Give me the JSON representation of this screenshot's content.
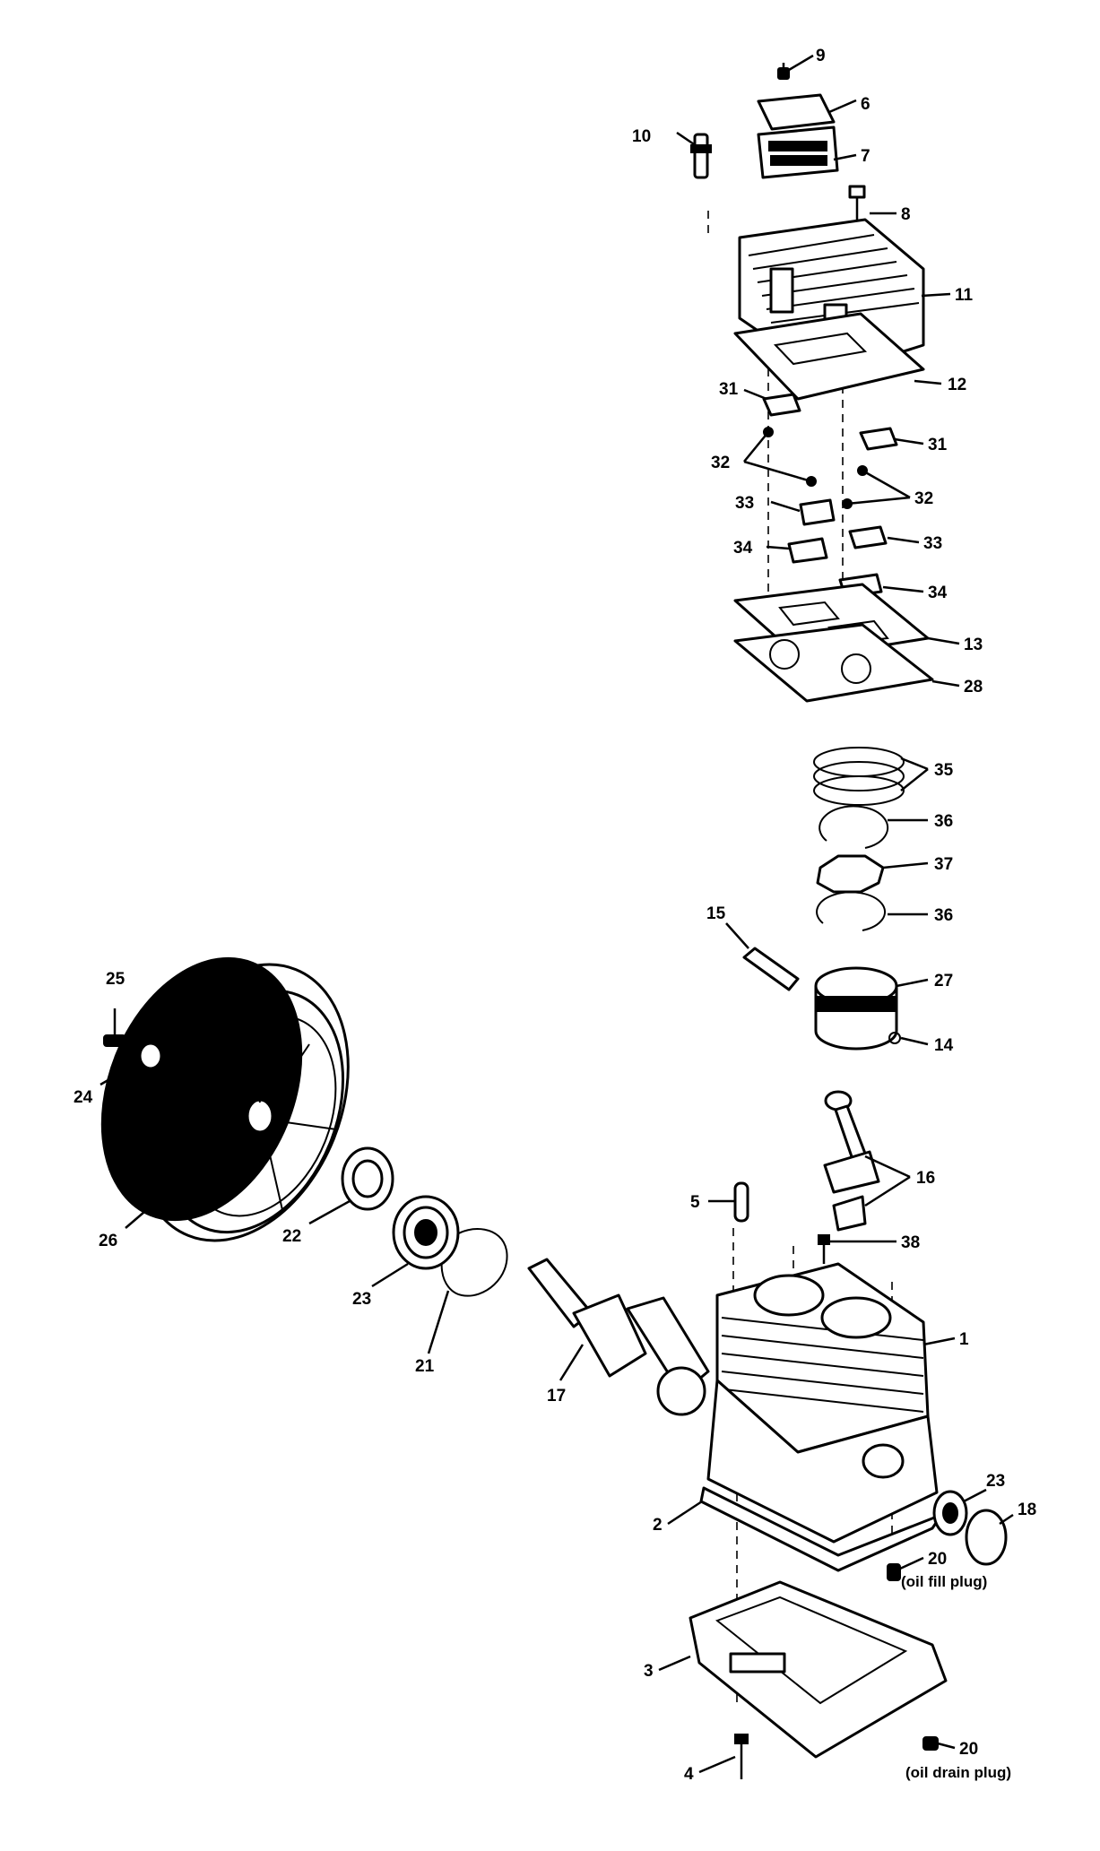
{
  "callouts": {
    "c1": "1",
    "c2": "2",
    "c3": "3",
    "c4": "4",
    "c5": "5",
    "c6": "6",
    "c7": "7",
    "c8": "8",
    "c9": "9",
    "c10": "10",
    "c11": "11",
    "c12": "12",
    "c13": "13",
    "c14": "14",
    "c15": "15",
    "c16": "16",
    "c17": "17",
    "c18": "18",
    "c20a": "20",
    "c20b": "20",
    "c21": "21",
    "c22": "22",
    "c23a": "23",
    "c23b": "23",
    "c24": "24",
    "c25": "25",
    "c26": "26",
    "c27": "27",
    "c28": "28",
    "c31a": "31",
    "c31b": "31",
    "c32a": "32",
    "c32b": "32",
    "c33a": "33",
    "c33b": "33",
    "c34a": "34",
    "c34b": "34",
    "c35": "35",
    "c36a": "36",
    "c36b": "36",
    "c37": "37",
    "c38": "38"
  },
  "notes": {
    "oil_fill_plug": "(oil fill plug)",
    "oil_drain_plug": "(oil drain plug)"
  }
}
